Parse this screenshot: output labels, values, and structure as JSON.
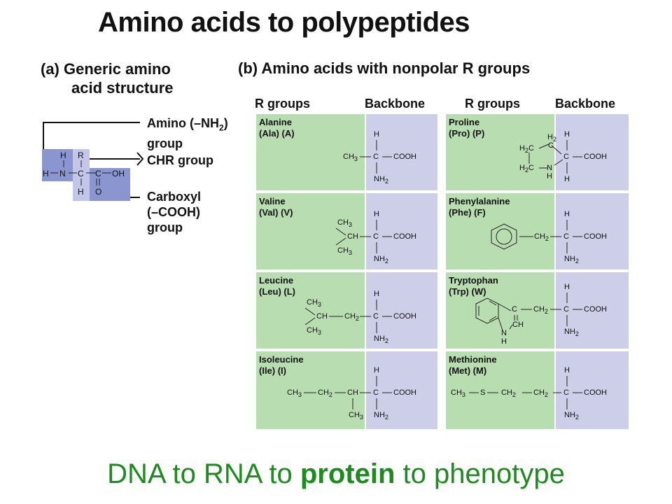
{
  "title": "Amino acids to polypeptides",
  "part_a": {
    "line1": "(a) Generic amino",
    "line2": "acid structure"
  },
  "part_b": "(b) Amino acids with nonpolar R groups",
  "col_headers": {
    "r_groups_1": "R groups",
    "backbone_1": "Backbone",
    "r_groups_2": "R groups",
    "backbone_2": "Backbone"
  },
  "generic": {
    "amino_label_1": "Amino (–NH",
    "amino_label_sub": "2",
    "amino_label_2": ")",
    "amino_label_3": "group",
    "chr_label": "CHR group",
    "carboxyl_1": "Carboxyl",
    "carboxyl_2": "(–COOH)",
    "carboxyl_3": "group"
  },
  "amino_acids": [
    {
      "name": "Alanine",
      "abbr": "(Ala) (A)"
    },
    {
      "name": "Valine",
      "abbr": "(Val) (V)"
    },
    {
      "name": "Leucine",
      "abbr": "(Leu) (L)"
    },
    {
      "name": "Isoleucine",
      "abbr": "(Ile) (I)"
    },
    {
      "name": "Proline",
      "abbr": "(Pro) (P)"
    },
    {
      "name": "Phenylalanine",
      "abbr": "(Phe) (F)"
    },
    {
      "name": "Tryptophan",
      "abbr": "(Trp) (W)"
    },
    {
      "name": "Methionine",
      "abbr": "(Met) (M)"
    }
  ],
  "bottom": {
    "pre": "DNA to RNA to ",
    "bold": "protein",
    "post": " to phenotype"
  },
  "colors": {
    "r_group_bg": "#b8ddb0",
    "backbone_bg": "#cdcfe8",
    "bottom_text": "#1f8a1f",
    "highlight": "#8b95cf"
  }
}
